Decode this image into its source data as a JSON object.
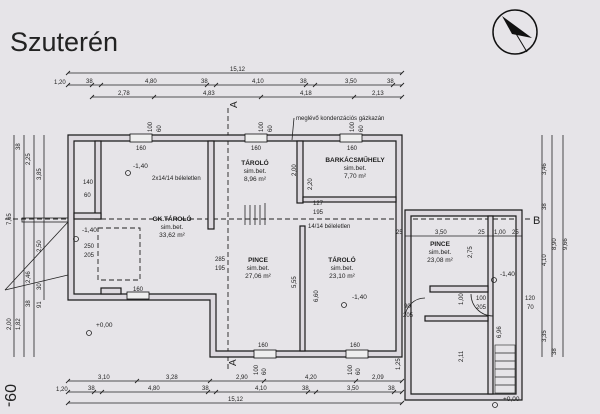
{
  "title": "Szuterén",
  "section_markers": {
    "a_top": "A",
    "a_bottom": "A",
    "b": "B"
  },
  "annotations": {
    "boiler": "meglévő kondenzációs gázkazán",
    "opening_1": "2x14/14 béleletlen",
    "opening_2": "14/14 béleletlen",
    "handwritten": "09-"
  },
  "rooms": [
    {
      "name": "GK.TÁROLÓ",
      "floor": "sim.bet.",
      "area": "33,62 m²"
    },
    {
      "name": "TÁROLÓ",
      "floor": "sim.bet.",
      "area": "8,96 m²"
    },
    {
      "name": "BARKÁCSMŰHELY",
      "floor": "sim.bet.",
      "area": "7,70 m²"
    },
    {
      "name": "PINCE",
      "floor": "sim.bet.",
      "area": "27,06 m²"
    },
    {
      "name": "TÁROLÓ",
      "floor": "sim.bet.",
      "area": "23,10 m²"
    },
    {
      "name": "PINCE",
      "floor": "sim.bet.",
      "area": "23,08 m²"
    }
  ],
  "levels": [
    "-1,40",
    "-1,40",
    "-1,40",
    "-1,40",
    "+0,00",
    "+0,00"
  ],
  "top_dims": {
    "total": "15,12",
    "row2": [
      "1,20",
      "38",
      "4,80",
      "38",
      "4,10",
      "38",
      "3,50",
      "38"
    ],
    "row3": [
      "2,78",
      "4,83",
      "4,18",
      "2,13"
    ]
  },
  "bottom_dims": {
    "row1": [
      "3,10",
      "3,28",
      "2,90",
      "4,20",
      "2,09"
    ],
    "row2": [
      "1,20",
      "38",
      "4,80",
      "38",
      "4,10",
      "38",
      "3,50",
      "38"
    ],
    "total": "15,12"
  },
  "right_dims": [
    "3,46",
    "38",
    "4,10",
    "8,90",
    "9,66",
    "3,35",
    "38"
  ],
  "left_dims": [
    "38",
    "2,25",
    "3,85",
    "7,65",
    "2,50",
    "2,46",
    "30",
    "91",
    "38",
    "1,82",
    "2,00"
  ],
  "openings": {
    "w160": "160",
    "h100": "100",
    "h60": "60",
    "d140": "140",
    "d60": "60",
    "d250": "250",
    "d205": "205",
    "d285": "285",
    "d195": "195",
    "d90": "90",
    "d205b": "205",
    "d100": "100",
    "d205c": "205",
    "d120": "120",
    "d70": "70",
    "d127": "127",
    "d195b": "195"
  },
  "annex_dims": [
    "3,50",
    "25",
    "1,00",
    "25",
    "25",
    "2,75",
    "5,55",
    "6,60",
    "2,00",
    "2,20",
    "1,00",
    "6,96",
    "2,11",
    "1,25"
  ]
}
